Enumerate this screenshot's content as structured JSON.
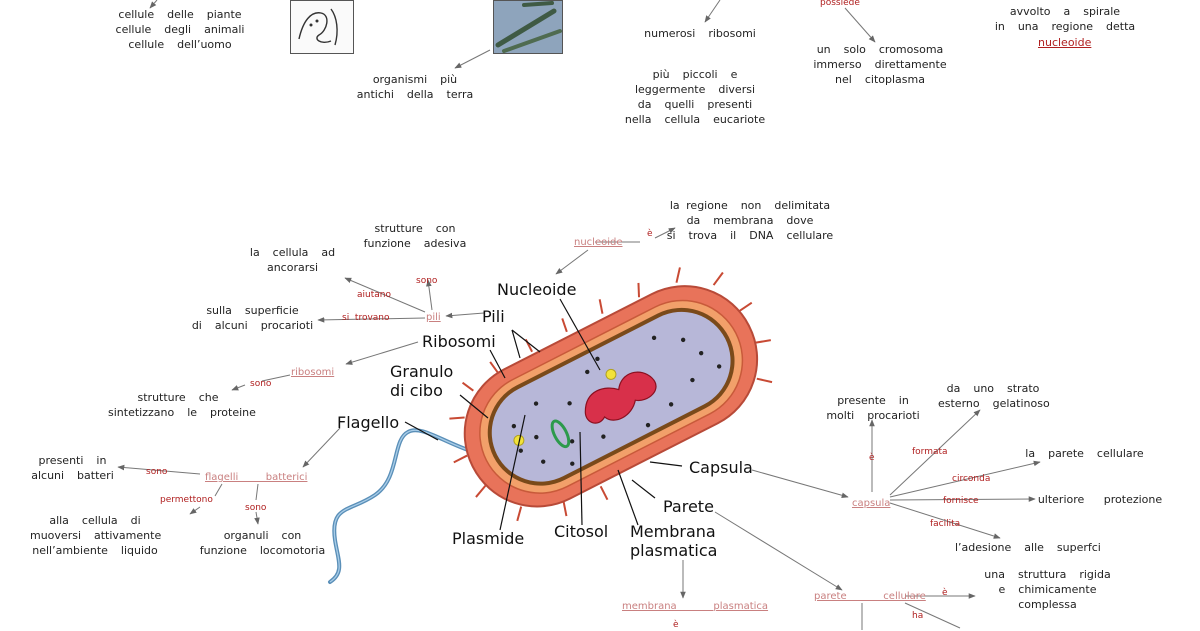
{
  "top": {
    "cells_list": "cellule  delle  piante\ncellule  degli  animali\ncellule  dell’uomo",
    "ancient": "organismi  più\nantichi  della  terra",
    "ribosomes_many": "numerosi  ribosomi",
    "ribosomes_small": "più  piccoli  e\nleggermente  diversi\nda  quelli  presenti\nnella  cellula  eucariote",
    "possiede": "possiede",
    "one_chromosome": "un  solo  cromosoma\nimmerso  direttamente\nnel  citoplasma",
    "dna_spiral": "il DNA è\navvolto  a  spirale\nin  una  regione  detta",
    "nucleoide_link": "nucleoide"
  },
  "map": {
    "nucleoide": "nucleoide",
    "nucleoide_e": "è",
    "nucleoide_def": "la regione  non  delimitata\nda  membrana  dove\nsi  trova  il  DNA  cellulare",
    "pili": "pili",
    "pili_sono": "sono",
    "pili_adesiva": "strutture  con\nfunzione  adesiva",
    "pili_aiutano": "aiutano",
    "pili_ancorarsi": "la  cellula  ad\nancorarsi",
    "pili_si_trovano": "si  trovano",
    "pili_superficie": "sulla  superficie\ndi  alcuni  procarioti",
    "ribosomi": "ribosomi",
    "ribosomi_sono": "sono",
    "ribosomi_def": "strutture  che\nsintetizzano  le  proteine",
    "flagelli": "flagelli   batterici",
    "flagelli_sono": "sono",
    "flagelli_presenti": "presenti  in\nalcuni  batteri",
    "flagelli_permettono": "permettono",
    "flagelli_muoversi": "alla  cellula  di\nmuoversi  attivamente\nnell’ambiente  liquido",
    "flagelli_sono2": "sono",
    "flagelli_organuli": "organuli  con\nfunzione  locomotoria",
    "capsula": "capsula",
    "capsula_e": "è",
    "capsula_presente": "presente  in\nmolti  procarioti",
    "capsula_formata": "formata",
    "capsula_strato": "da  uno  strato\nesterno  gelatinoso",
    "capsula_circonda": "circonda",
    "capsula_parete": "la  parete  cellulare",
    "capsula_fornisce": "fornisce",
    "capsula_protezione": "ulteriore   protezione",
    "capsula_facilita": "facilita",
    "capsula_adesione": "l’adesione  alle  superfci",
    "parete": "parete    cellulare",
    "parete_e": "è",
    "parete_def": "una  struttura  rigida\ne  chimicamente\ncomplessa",
    "parete_ha": "ha",
    "membrana": "membrana    plasmatica",
    "membrana_e": "è"
  },
  "figure": {
    "nucleoide": "Nucleoide",
    "pili": "Pili",
    "ribosomi": "Ribosomi",
    "granulo": "Granulo\ndi cibo",
    "flagello": "Flagello",
    "capsula": "Capsula",
    "parete": "Parete",
    "plasmide": "Plasmide",
    "citosol": "Citosol",
    "membrana": "Membrana\nplasmatica"
  },
  "colors": {
    "link_text": "#c98080",
    "link_label": "#b02020",
    "capsule": "#e8735a",
    "cytosol": "#b7b7d8",
    "flagellum": "#5a8fb8"
  }
}
